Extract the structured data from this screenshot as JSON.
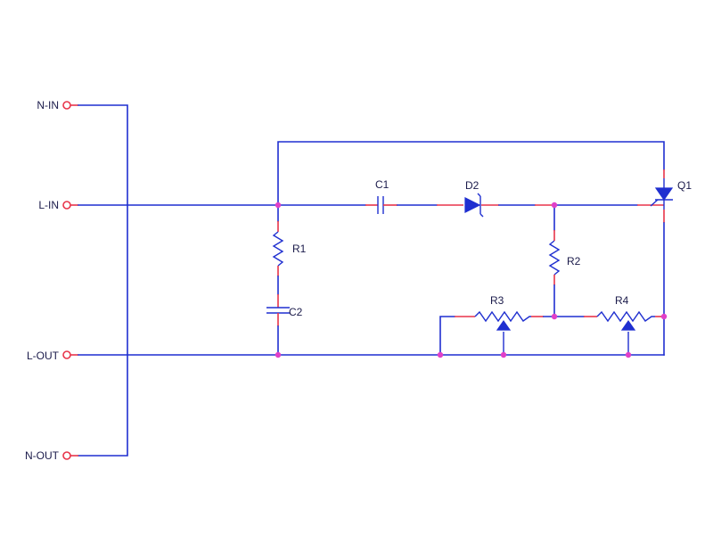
{
  "terminals": {
    "n_in": "N-IN",
    "l_in": "L-IN",
    "l_out": "L-OUT",
    "n_out": "N-OUT"
  },
  "components": {
    "r1": "R1",
    "r2": "R2",
    "r3": "R3",
    "r4": "R4",
    "c1": "C1",
    "c2": "C2",
    "d2": "D2",
    "q1": "Q1"
  },
  "colors": {
    "wire": "#1f2fd0",
    "pin": "#e8344a",
    "junction": "#e040c8"
  }
}
